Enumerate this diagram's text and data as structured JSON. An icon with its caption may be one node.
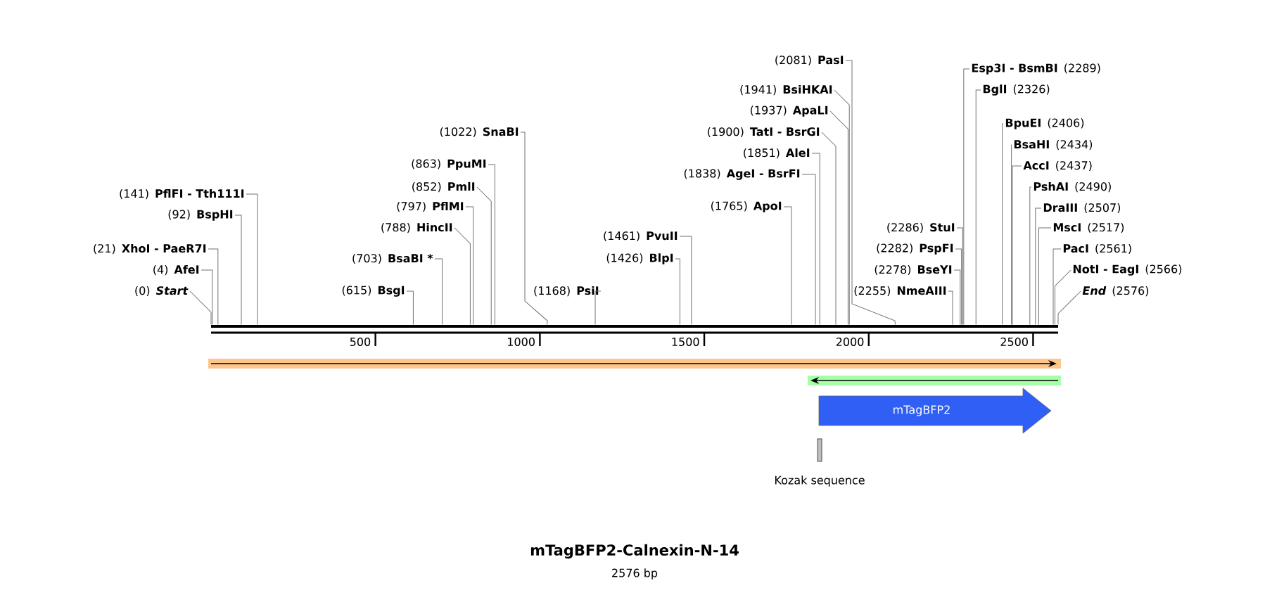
{
  "diagram": {
    "title": "mTagBFP2-Calnexin-N-14",
    "caption": "2576 bp",
    "nodes": [
      {
        "text": [
          "(0)",
          "*Start*"
        ]
      },
      {
        "text": [
          "(4)",
          "AfeI"
        ]
      },
      {
        "text": [
          "(21)",
          "XhoI - PaeR7I"
        ]
      },
      {
        "text": [
          "(92)",
          "BspHI"
        ]
      },
      {
        "text": [
          "(141)",
          "PflFI - Tth111I"
        ]
      },
      {
        "text": [
          "(615)",
          "BsgI"
        ]
      },
      {
        "text": [
          "(703)",
          "BsaBI *"
        ]
      },
      {
        "text": [
          "(788)",
          "HincII"
        ]
      },
      {
        "text": [
          "(797)",
          "PflMI"
        ]
      },
      {
        "text": [
          "(852)",
          "PmlI"
        ]
      },
      {
        "text": [
          "(863)",
          "PpuMI"
        ]
      },
      {
        "text": [
          "(1022)",
          "SnaBI"
        ]
      },
      {
        "text": [
          "(1168)",
          "PsiI"
        ]
      },
      {
        "text": [
          "(1426)",
          "BlpI"
        ]
      },
      {
        "text": [
          "(1461)",
          "PvuII"
        ]
      },
      {
        "text": [
          "(1765)",
          "ApoI"
        ]
      },
      {
        "text": [
          "(1838)",
          "AgeI - BsrFI"
        ]
      },
      {
        "text": [
          "(1851)",
          "AleI"
        ]
      },
      {
        "text": [
          "(1900)",
          "TatI - BsrGI"
        ]
      },
      {
        "text": [
          "(1937)",
          "ApaLI"
        ]
      },
      {
        "text": [
          "(1941)",
          "BsiHKAI"
        ]
      },
      {
        "text": [
          "(2081)",
          "PasI"
        ]
      },
      {
        "text": [
          "(2255)",
          "NmeAIII"
        ]
      },
      {
        "text": [
          "(2278)",
          "BseYI"
        ]
      },
      {
        "text": [
          "(2282)",
          "PspFI"
        ]
      },
      {
        "text": [
          "(2286)",
          "StuI"
        ]
      },
      {
        "text": [
          "Esp3I - BsmBI",
          "(2289)"
        ]
      },
      {
        "text": [
          "BglI",
          "(2326)"
        ]
      },
      {
        "text": [
          "BpuEI",
          "(2406)"
        ]
      },
      {
        "text": [
          "BsaHI",
          "(2434)"
        ]
      },
      {
        "text": [
          "AccI",
          "(2437)"
        ]
      },
      {
        "text": [
          "PshAI",
          "(2490)"
        ]
      },
      {
        "text": [
          "DraIII",
          "(2507)"
        ]
      },
      {
        "text": [
          "MscI",
          "(2517)"
        ]
      },
      {
        "text": [
          "PacI",
          "(2561)"
        ]
      },
      {
        "text": [
          "NotI - EagI",
          "(2566)"
        ]
      },
      {
        "text": [
          "*End*",
          "(2576)"
        ]
      },
      {
        "text": [
          "mTagBFP2"
        ]
      },
      {
        "text": [
          "Kozak sequence"
        ]
      },
      {
        "text": [],
        "shape": "bar"
      }
    ],
    "edges": [
      {
        "from": 0,
        "to": 39,
        "arrow": "none"
      },
      {
        "from": 1,
        "to": 39,
        "arrow": "none"
      },
      {
        "from": 2,
        "to": 39,
        "arrow": "none"
      },
      {
        "from": 3,
        "to": 39,
        "arrow": "none"
      },
      {
        "from": 4,
        "to": 39,
        "arrow": "none"
      },
      {
        "from": 5,
        "to": 39,
        "arrow": "none"
      },
      {
        "from": 6,
        "to": 39,
        "arrow": "none"
      },
      {
        "from": 7,
        "to": 39,
        "arrow": "none"
      },
      {
        "from": 8,
        "to": 39,
        "arrow": "none"
      },
      {
        "from": 9,
        "to": 39,
        "arrow": "none"
      },
      {
        "from": 10,
        "to": 39,
        "arrow": "none"
      },
      {
        "from": 11,
        "to": 39,
        "arrow": "none"
      },
      {
        "from": 12,
        "to": 39,
        "arrow": "none"
      },
      {
        "from": 13,
        "to": 39,
        "arrow": "none"
      },
      {
        "from": 14,
        "to": 39,
        "arrow": "none"
      },
      {
        "from": 15,
        "to": 39,
        "arrow": "none"
      },
      {
        "from": 16,
        "to": 39,
        "arrow": "none"
      },
      {
        "from": 17,
        "to": 39,
        "arrow": "none"
      },
      {
        "from": 18,
        "to": 39,
        "arrow": "none"
      },
      {
        "from": 19,
        "to": 39,
        "arrow": "none"
      },
      {
        "from": 20,
        "to": 39,
        "arrow": "none"
      },
      {
        "from": 21,
        "to": 39,
        "arrow": "none"
      },
      {
        "from": 22,
        "to": 39,
        "arrow": "none"
      },
      {
        "from": 23,
        "to": 39,
        "arrow": "none"
      },
      {
        "from": 24,
        "to": 39,
        "arrow": "none"
      },
      {
        "from": 25,
        "to": 39,
        "arrow": "none"
      },
      {
        "from": 26,
        "to": 39,
        "arrow": "none"
      },
      {
        "from": 27,
        "to": 39,
        "arrow": "none"
      },
      {
        "from": 28,
        "to": 39,
        "arrow": "none"
      },
      {
        "from": 29,
        "to": 39,
        "arrow": "none"
      },
      {
        "from": 30,
        "to": 39,
        "arrow": "none"
      },
      {
        "from": 31,
        "to": 39,
        "arrow": "none"
      },
      {
        "from": 32,
        "to": 39,
        "arrow": "none"
      },
      {
        "from": 33,
        "to": 39,
        "arrow": "none"
      },
      {
        "from": 34,
        "to": 39,
        "arrow": "none"
      },
      {
        "from": 35,
        "to": 39,
        "arrow": "none"
      },
      {
        "from": 36,
        "to": 39,
        "arrow": "none"
      }
    ],
    "labels": [
      "500",
      "1000",
      "1500",
      "2000",
      "2500"
    ]
  }
}
